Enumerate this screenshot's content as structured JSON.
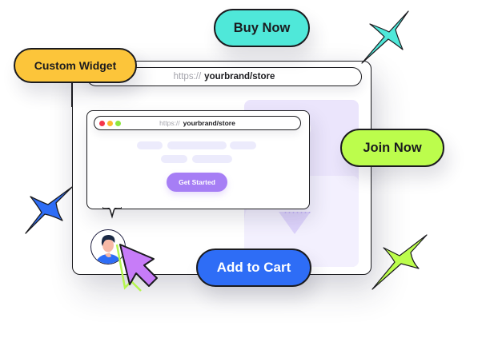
{
  "outer_browser": {
    "url_protocol": "https://",
    "url_path": "yourbrand/store"
  },
  "inner_browser": {
    "url_protocol": "https://",
    "url_path": "yourbrand/store",
    "window_dots": [
      {
        "name": "close",
        "color": "#f4364c"
      },
      {
        "name": "minimize",
        "color": "#fcb92c"
      },
      {
        "name": "maximize",
        "color": "#8de63e"
      }
    ],
    "cta_label": "Get Started"
  },
  "buttons": {
    "custom_widget": {
      "label": "Custom Widget",
      "color": "#fcc53a"
    },
    "buy_now": {
      "label": "Buy Now",
      "color": "#4fe8d9"
    },
    "join_now": {
      "label": "Join Now",
      "color": "#bcfd4c"
    },
    "add_to_cart": {
      "label": "Add to Cart",
      "color": "#2e6df6"
    }
  },
  "sparkles": [
    {
      "name": "teal-sparkle",
      "color": "#4fe8d9"
    },
    {
      "name": "blue-sparkle",
      "color": "#2e6df6"
    },
    {
      "name": "lime-sparkle",
      "color": "#bcfd4c"
    }
  ],
  "cursor": {
    "color": "#c77cf8",
    "accent": "#b5f550"
  },
  "colors": {
    "panel": "#ebe5fc",
    "cta": "#a67ef5",
    "outline": "#1b1b1f"
  }
}
